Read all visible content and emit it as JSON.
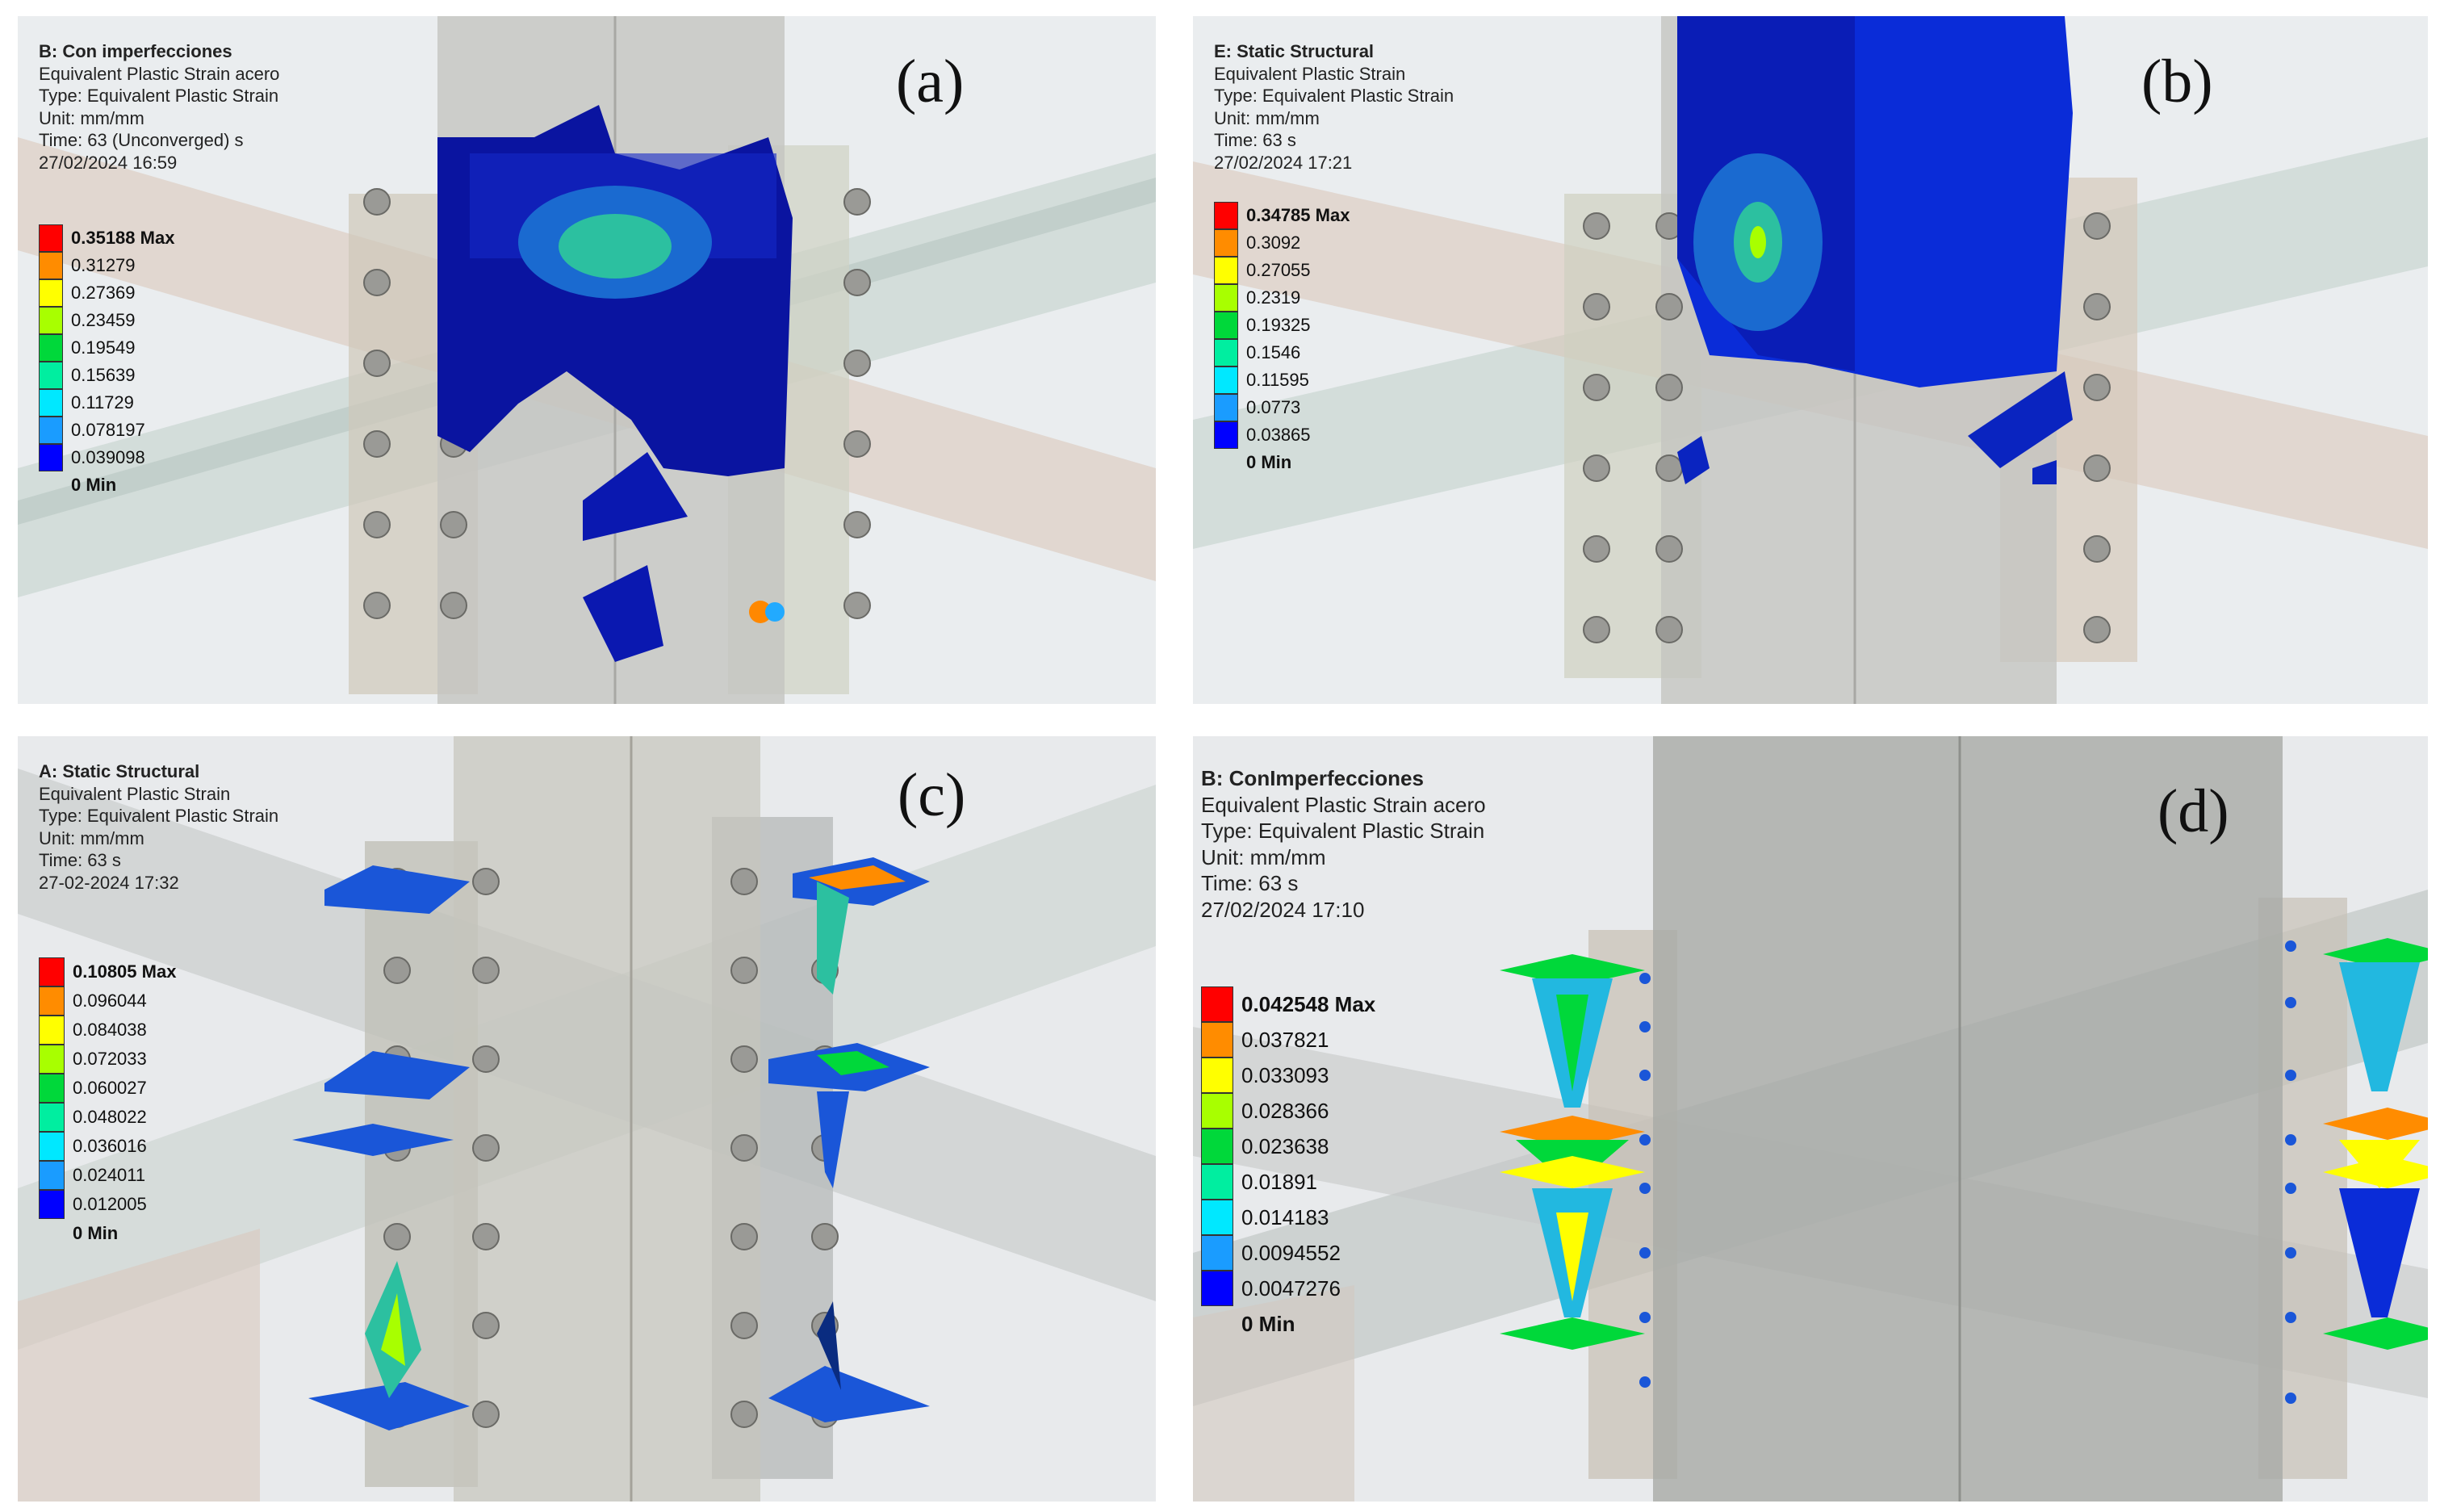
{
  "legend_colors": [
    "#ff0000",
    "#ff8c00",
    "#ffff00",
    "#a8ff00",
    "#00d83a",
    "#00eea0",
    "#00e8ff",
    "#1a9cff",
    "#0000ff"
  ],
  "panels": [
    {
      "label": "(a)",
      "info": [
        "B: Con imperfecciones",
        "Equivalent Plastic Strain acero",
        "Type: Equivalent Plastic Strain",
        "Unit: mm/mm",
        "Time: 63 (Unconverged) s",
        "27/02/2024 16:59"
      ],
      "legend": [
        "0.35188 Max",
        "0.31279",
        "0.27369",
        "0.23459",
        "0.19549",
        "0.15639",
        "0.11729",
        "0.078197",
        "0.039098",
        "0 Min"
      ]
    },
    {
      "label": "(b)",
      "info": [
        "E: Static Structural",
        "Equivalent Plastic Strain",
        "Type: Equivalent Plastic Strain",
        "Unit: mm/mm",
        "Time: 63 s",
        "27/02/2024 17:21"
      ],
      "legend": [
        "0.34785 Max",
        "0.3092",
        "0.27055",
        "0.2319",
        "0.19325",
        "0.1546",
        "0.11595",
        "0.0773",
        "0.03865",
        "0 Min"
      ]
    },
    {
      "label": "(c)",
      "info": [
        "A: Static Structural",
        "Equivalent Plastic Strain",
        "Type: Equivalent Plastic Strain",
        "Unit: mm/mm",
        "Time: 63 s",
        "27-02-2024 17:32"
      ],
      "legend": [
        "0.10805 Max",
        "0.096044",
        "0.084038",
        "0.072033",
        "0.060027",
        "0.048022",
        "0.036016",
        "0.024011",
        "0.012005",
        "0 Min"
      ]
    },
    {
      "label": "(d)",
      "info": [
        "B: ConImperfecciones",
        "Equivalent Plastic Strain acero",
        "Type: Equivalent Plastic Strain",
        "Unit: mm/mm",
        "Time: 63 s",
        "27/02/2024 17:10"
      ],
      "legend": [
        "0.042548 Max",
        "0.037821",
        "0.033093",
        "0.028366",
        "0.023638",
        "0.01891",
        "0.014183",
        "0.0094552",
        "0.0047276",
        "0 Min"
      ]
    }
  ]
}
